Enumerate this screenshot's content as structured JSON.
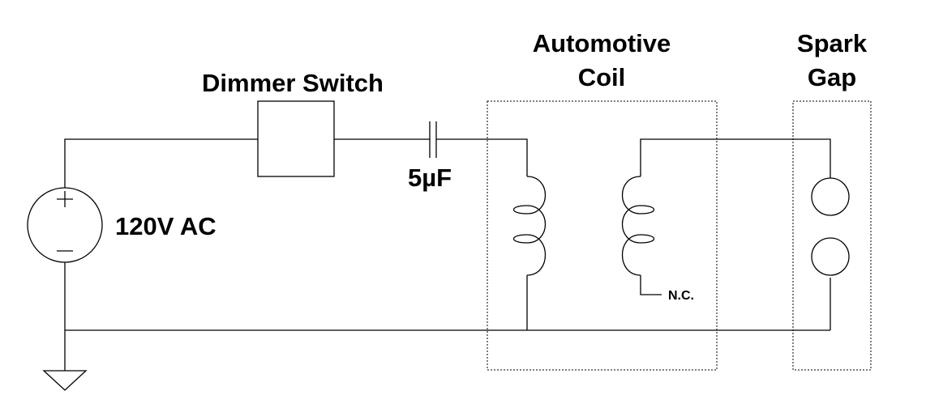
{
  "labels": {
    "dimmer_switch": "Dimmer Switch",
    "capacitor": "5µF",
    "source": "120V AC",
    "coil_line1": "Automotive",
    "coil_line2": "Coil",
    "spark_line1": "Spark",
    "spark_line2": "Gap",
    "no_connection": "N.C."
  },
  "source_symbols": {
    "plus": "+",
    "minus": "−"
  },
  "colors": {
    "wire": "#000000",
    "background": "#ffffff"
  }
}
